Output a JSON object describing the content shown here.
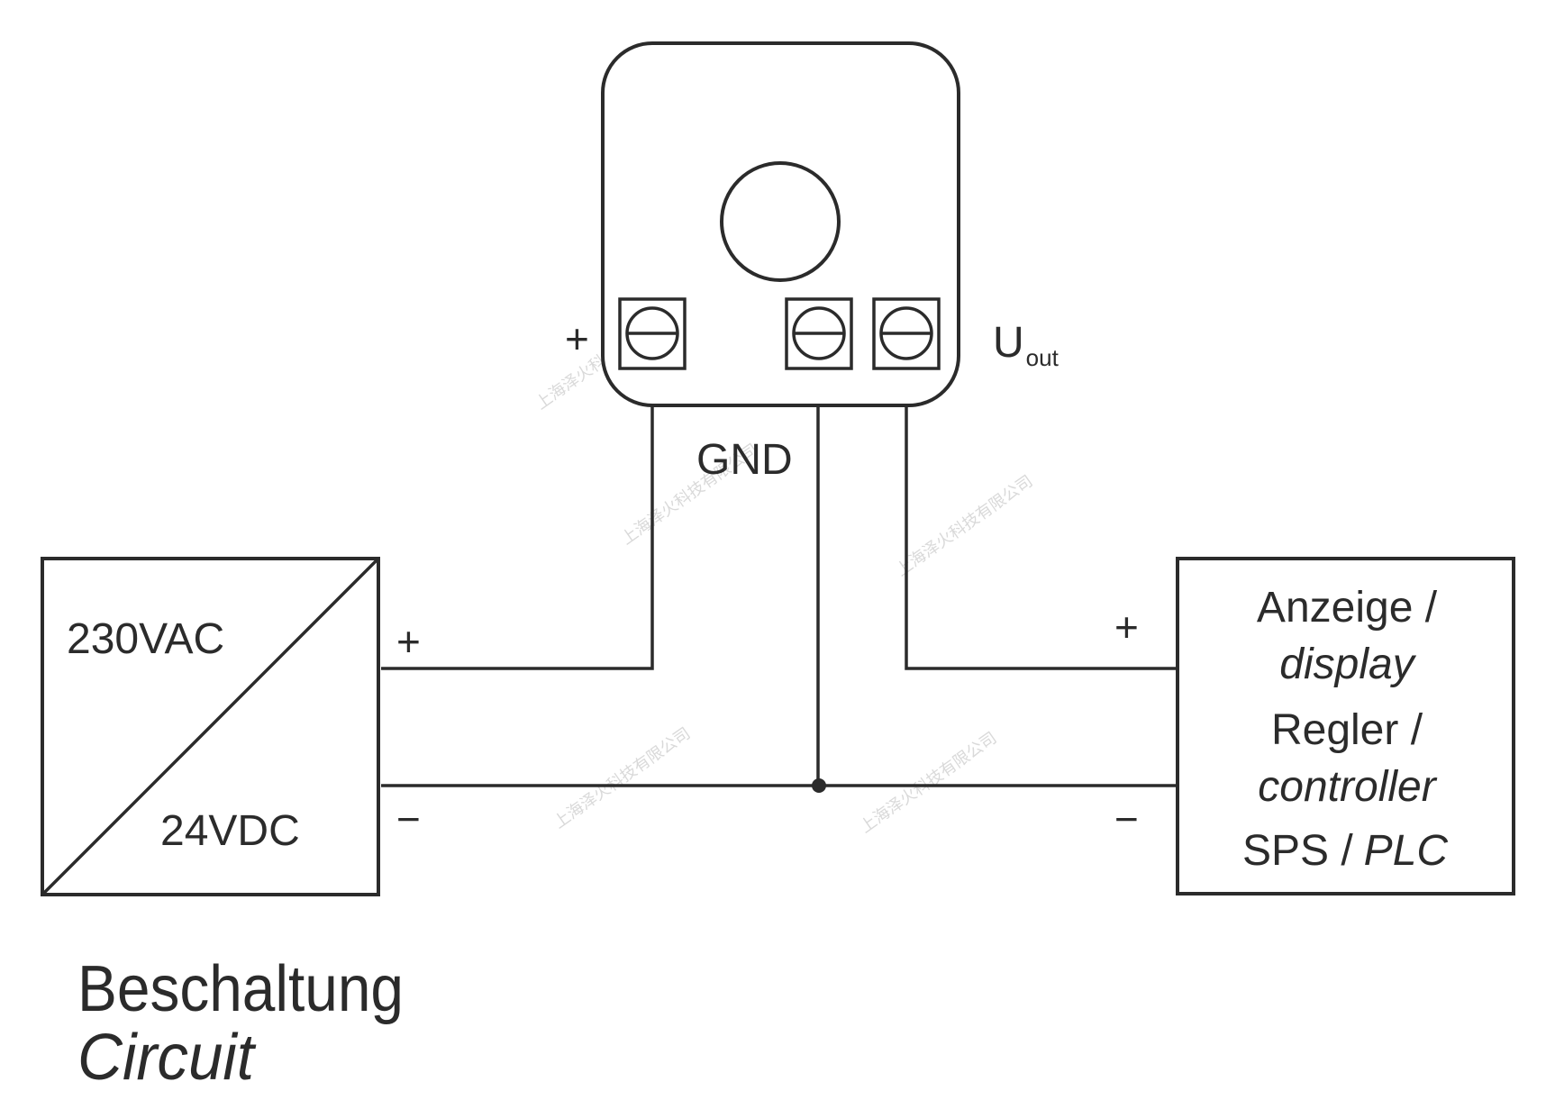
{
  "sensor": {
    "terminal_plus": "+",
    "output_label": "U",
    "output_subscript": "out",
    "gnd_label": "GND"
  },
  "power_supply": {
    "input_label": "230VAC",
    "output_label": "24VDC",
    "plus": "+",
    "minus": "−"
  },
  "receiver": {
    "plus": "+",
    "minus": "−",
    "line1": "Anzeige /",
    "line2": "display",
    "line3": "Regler /",
    "line4": "controller",
    "line5_a": "SPS /",
    "line5_b": "PLC"
  },
  "caption": {
    "title": "Beschaltung",
    "subtitle": "Circuit"
  },
  "watermark": "上海泽火科技有限公司"
}
